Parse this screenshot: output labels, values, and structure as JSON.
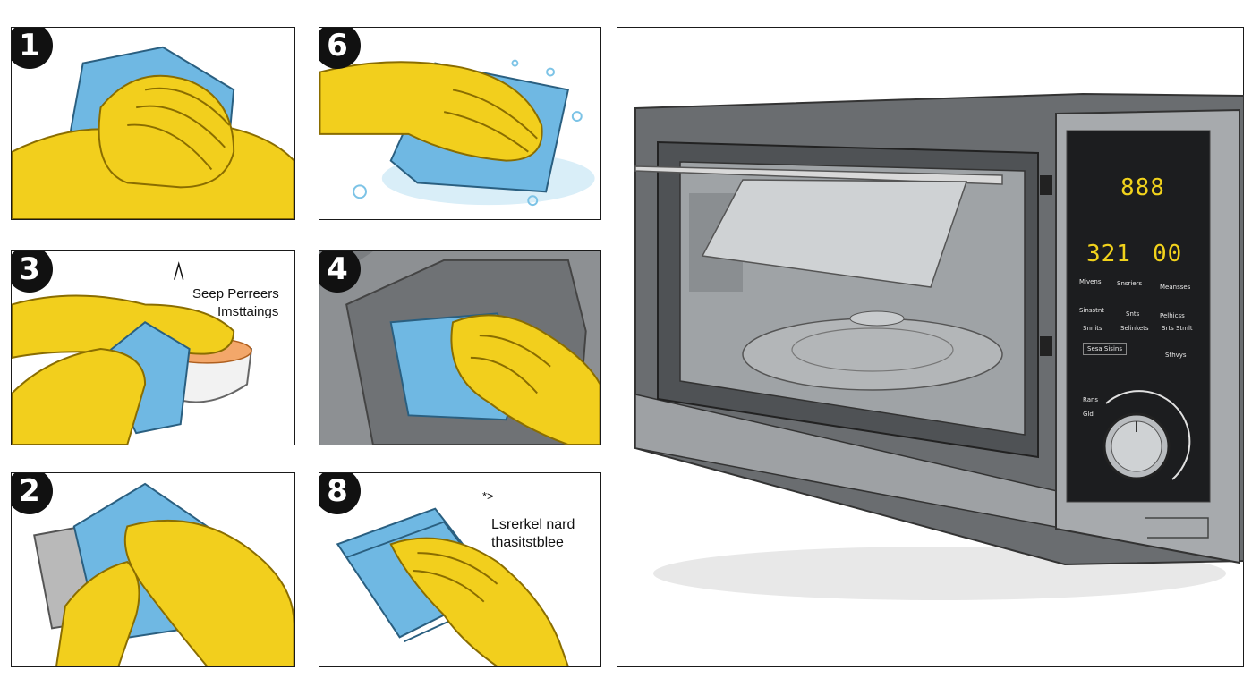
{
  "steps": [
    {
      "number": "1"
    },
    {
      "number": "6"
    },
    {
      "number": "3",
      "caption_lines": [
        "Seep Perreers",
        "Imsttaings"
      ]
    },
    {
      "number": "4"
    },
    {
      "number": "2"
    },
    {
      "number": "8",
      "caption_lines": [
        "Lsrerkel nard",
        "thasitstblee"
      ],
      "mark": "*>"
    }
  ],
  "microwave": {
    "display_top": "888",
    "display_left": "321",
    "display_right": "00",
    "labels": [
      "Mivens",
      "Snsriers",
      "Meansses",
      "Sinsstnt",
      "Snts",
      "Pelhicss",
      "Snnits",
      "Selinkets",
      "Srts Stmlt",
      "Sesa Sisins",
      "Sthvys",
      "Rans",
      "Gld"
    ]
  },
  "colors": {
    "glove": "#f2cf1d",
    "cloth": "#6fb8e3",
    "microwave_body": "#6a6d70",
    "display_text": "#f1d21c"
  }
}
